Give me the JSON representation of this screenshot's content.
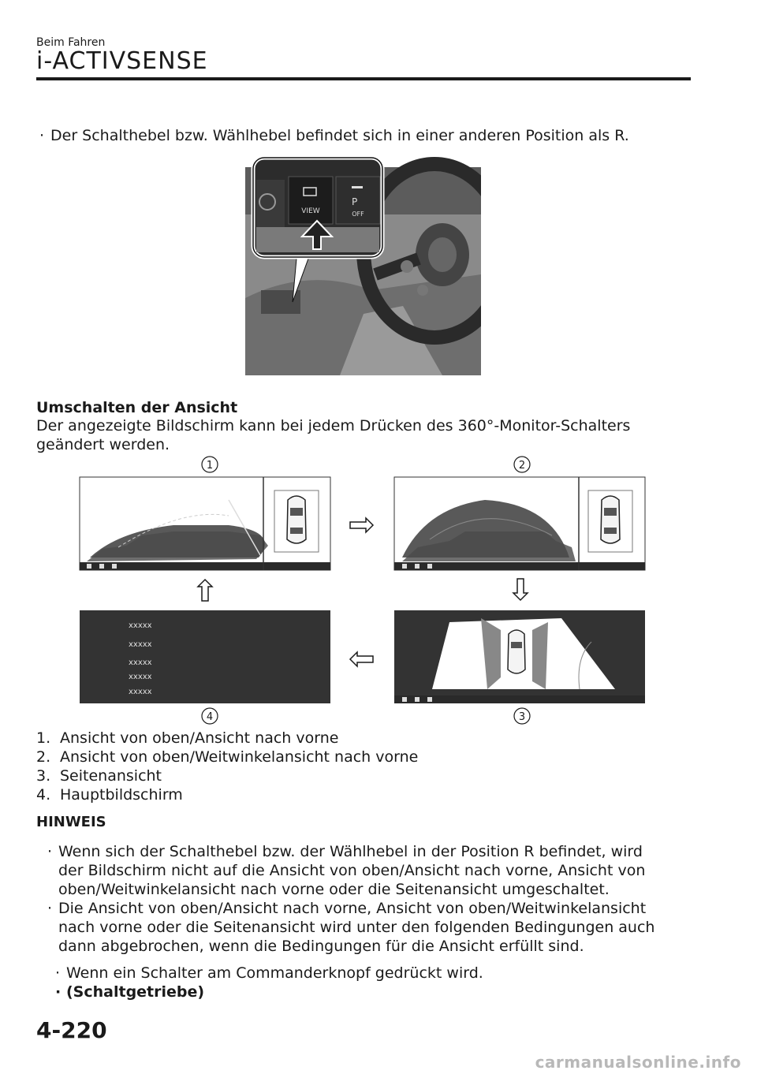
{
  "header": {
    "section": "Beim Fahren",
    "title": "i-ACTIVSENSE"
  },
  "intro_bullet": "Der Schalthebel bzw. Wählhebel befindet sich in einer anderen Position als R.",
  "photo": {
    "button_view_label": "VIEW",
    "button_off_label": "OFF",
    "button_p_label": "P"
  },
  "switch_section": {
    "heading": "Umschalten der Ansicht",
    "line1": "Der angezeigte Bildschirm kann bei jedem Drücken des 360°-Monitor-Schalters",
    "line2": "geändert werden."
  },
  "diagram": {
    "callouts": [
      "1",
      "2",
      "3",
      "4"
    ],
    "main_screen_items": [
      "xxxxx",
      "xxxxx",
      "xxxxx",
      "xxxxx",
      "xxxxx"
    ]
  },
  "view_list": [
    {
      "num": "1.",
      "text": "Ansicht von oben/Ansicht nach vorne"
    },
    {
      "num": "2.",
      "text": "Ansicht von oben/Weitwinkelansicht nach vorne"
    },
    {
      "num": "3.",
      "text": "Seitenansicht"
    },
    {
      "num": "4.",
      "text": "Hauptbildschirm"
    }
  ],
  "note": {
    "heading": "HINWEIS",
    "b1_l1": "Wenn sich der Schalthebel bzw. der Wählhebel in der Position R befindet, wird",
    "b1_l2": "der Bildschirm nicht auf die Ansicht von oben/Ansicht nach vorne, Ansicht von",
    "b1_l3": "oben/Weitwinkelansicht nach vorne oder die Seitenansicht umgeschaltet.",
    "b2_l1": "Die Ansicht von oben/Ansicht nach vorne, Ansicht von oben/Weitwinkelansicht",
    "b2_l2": "nach vorne oder die Seitenansicht wird unter den folgenden Bedingungen auch",
    "b2_l3": "dann abgebrochen, wenn die Bedingungen für die Ansicht erfüllt sind.",
    "sub1": "Wenn ein Schalter am Commanderknopf gedrückt wird.",
    "sub2": "(Schaltgetriebe)"
  },
  "footer": {
    "page_number": "4-220",
    "watermark": "carmanualsonline.info"
  }
}
